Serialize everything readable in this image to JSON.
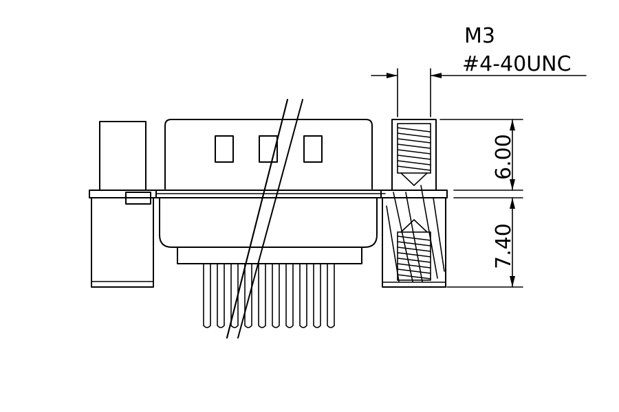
{
  "drawing": {
    "thread_metric": "M3",
    "thread_unc": "#4-40UNC",
    "dim_upper": "6.00",
    "dim_lower": "7.40"
  }
}
